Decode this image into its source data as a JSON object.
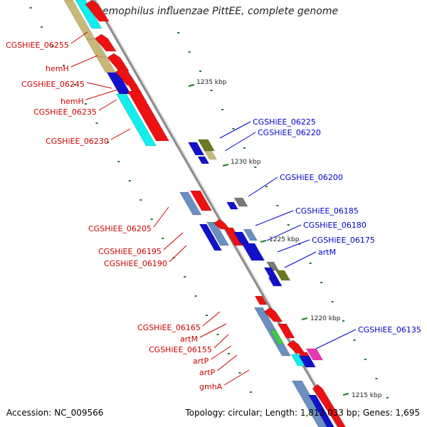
{
  "title": "Haemophilus influenzae PittEE, complete genome",
  "footer": {
    "accession": "Accession: NC_009566",
    "topology": "Topology: circular;",
    "length": "Length: 1,813,033 bp;",
    "genes": "Genes: 1,695"
  },
  "colors": {
    "backbone": "#8c8c8c",
    "tick": "#1f7a1f",
    "label_left": "#cc0000",
    "label_right": "#0000cc",
    "red": "#ee1111",
    "blue": "#1111cc",
    "cyan": "#11eeee",
    "tan": "#c8b878",
    "steel": "#6a8fc0",
    "olive": "#6b7a22",
    "gray": "#777777",
    "magenta": "#e838b0",
    "green": "#44cc44"
  },
  "kbp_markers": [
    "1235 kbp",
    "1230 kbp",
    "1225 kbp",
    "1220 kbp",
    "1215 kbp"
  ],
  "left_labels": [
    "CGSHiEE_06255",
    "hemH",
    "CGSHiEE_06245",
    "hemH",
    "CGSHiEE_06235",
    "CGSHiEE_06230",
    "CGSHiEE_06205",
    "CGSHiEE_06195",
    "CGSHiEE_06190",
    "CGSHiEE_06165",
    "artM",
    "CGSHiEE_06155",
    "artP",
    "artP",
    "gmhA"
  ],
  "right_labels": [
    "CGSHiEE_06225",
    "CGSHiEE_06220",
    "CGSHiEE_06200",
    "CGSHiEE_06185",
    "CGSHiEE_06180",
    "CGSHiEE_06175",
    "artM",
    "CGSHiEE_06135"
  ]
}
